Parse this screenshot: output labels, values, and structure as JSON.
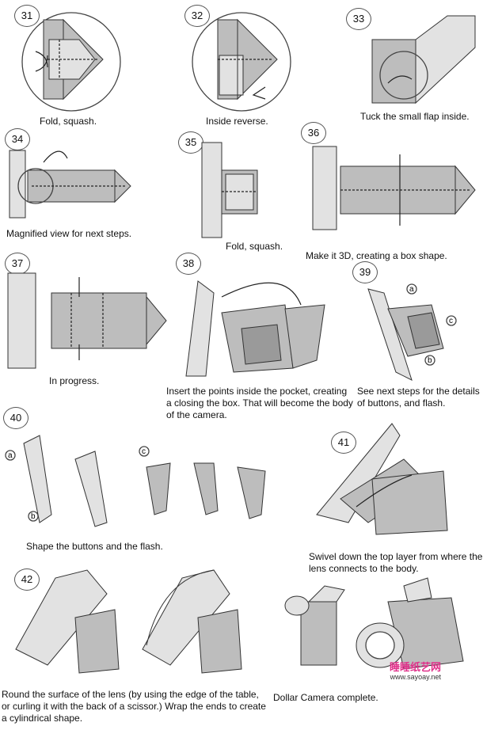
{
  "steps": [
    {
      "number": "31",
      "caption": "Fold, squash."
    },
    {
      "number": "32",
      "caption": "Inside reverse."
    },
    {
      "number": "33",
      "caption": "Tuck the small flap inside."
    },
    {
      "number": "34",
      "caption": "Magnified view for next steps."
    },
    {
      "number": "35",
      "caption": "Fold, squash."
    },
    {
      "number": "36",
      "caption": "Make it 3D, creating a box shape."
    },
    {
      "number": "37",
      "caption": "In progress."
    },
    {
      "number": "38",
      "caption": "Insert the points inside the pocket, creating a closing the box. That will become the body of the camera."
    },
    {
      "number": "39",
      "caption": "See next steps for the details of buttons, and flash."
    },
    {
      "number": "40",
      "caption": "Shape the buttons and the flash."
    },
    {
      "number": "41",
      "caption": "Swivel down the top layer from where the lens connects to the body."
    },
    {
      "number": "42",
      "caption": "Round the surface of the lens (by using the edge of the table, or curling it with the back of a scissor.) Wrap the ends to create a cylindrical shape."
    },
    {
      "number": "",
      "caption": "Dollar Camera complete."
    }
  ],
  "point_labels": {
    "a": "a",
    "b": "b",
    "c": "c"
  },
  "watermark": {
    "brand": "睡睡纸艺网",
    "url": "www.sayoay.net"
  },
  "colors": {
    "paper": "#bdbdbd",
    "paper_light": "#e2e2e2",
    "outline": "#333333",
    "watermark_pink": "#e0308a"
  }
}
